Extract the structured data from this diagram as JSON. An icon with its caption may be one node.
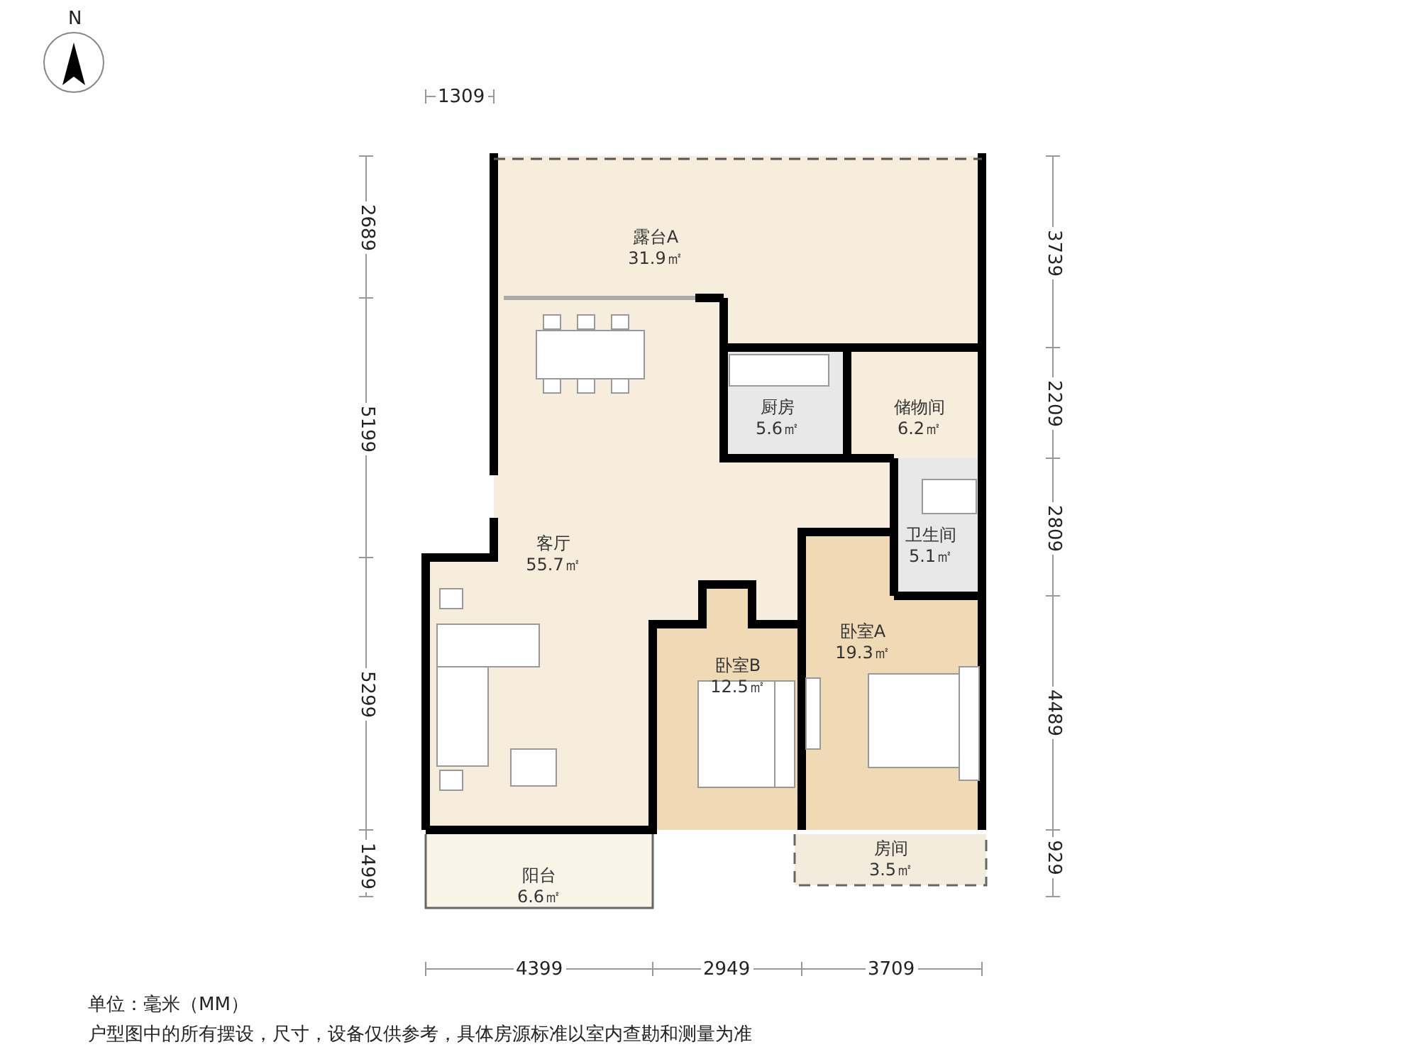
{
  "diagram": {
    "nodes": [
      {
        "text": [
          "露台A",
          "31.9㎡"
        ]
      },
      {
        "text": [
          "厨房",
          "5.6㎡"
        ]
      },
      {
        "text": [
          "储物间",
          "6.2㎡"
        ]
      },
      {
        "text": [
          "卫生间",
          "5.1㎡"
        ]
      },
      {
        "text": [
          "客厅",
          "55.7㎡"
        ]
      },
      {
        "text": [
          "卧室A",
          "19.3㎡"
        ]
      },
      {
        "text": [
          "卧室B",
          "12.5㎡"
        ]
      },
      {
        "text": [
          "阳台",
          "6.6㎡"
        ]
      },
      {
        "text": [
          "房间",
          "3.5㎡"
        ]
      }
    ],
    "edges": [],
    "labels": [
      "N",
      "1309",
      "2689",
      "5199",
      "5299",
      "1499",
      "3739",
      "2209",
      "2809",
      "4489",
      "929",
      "4399",
      "2949",
      "3709",
      "单位：毫米（MM）",
      "户型图中的所有摆设，尺寸，设备仅供参考，具体房源标准以室内查勘和测量为准"
    ]
  }
}
